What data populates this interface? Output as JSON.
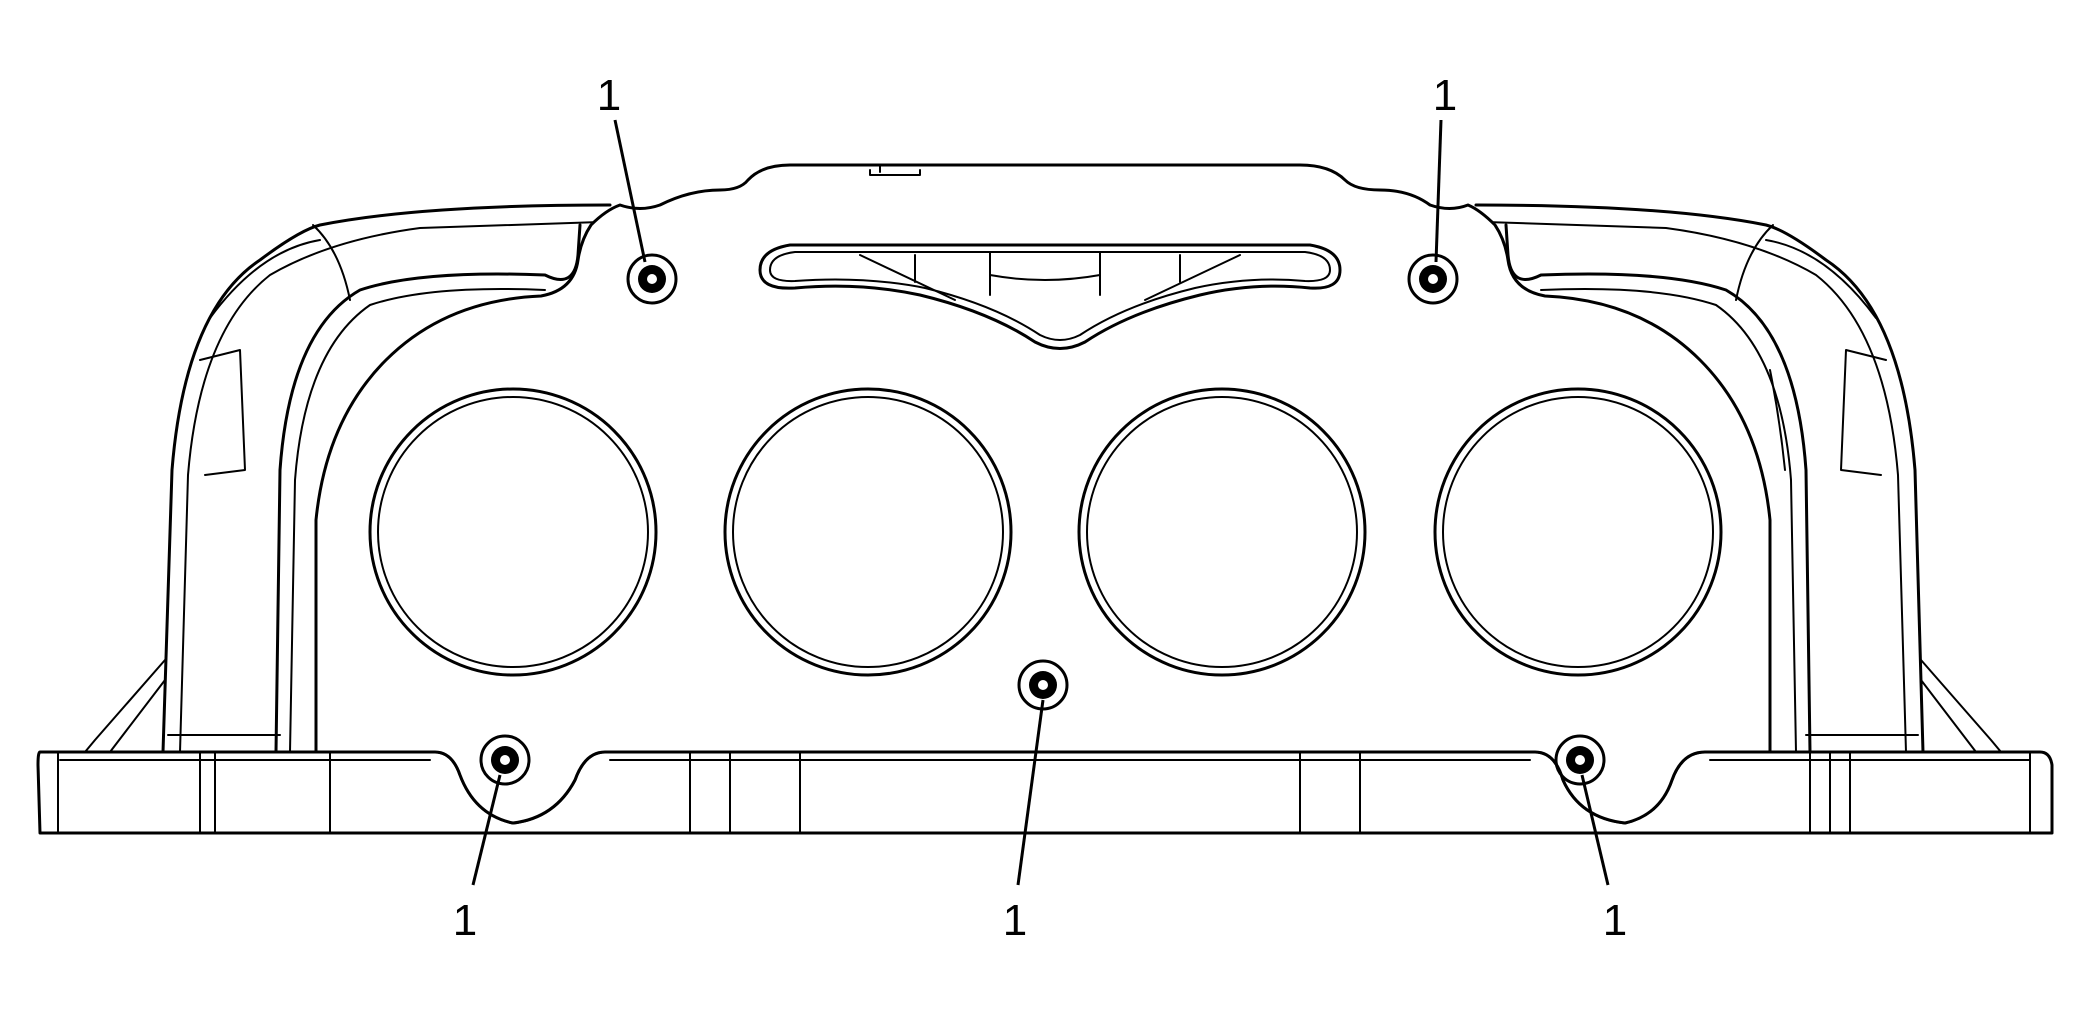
{
  "callouts": [
    {
      "id": "top-left",
      "label": "1"
    },
    {
      "id": "top-right",
      "label": "1"
    },
    {
      "id": "bottom-left",
      "label": "1"
    },
    {
      "id": "bottom-center",
      "label": "1"
    },
    {
      "id": "bottom-right",
      "label": "1"
    }
  ],
  "colors": {
    "line": "#000000",
    "background": "#ffffff"
  }
}
